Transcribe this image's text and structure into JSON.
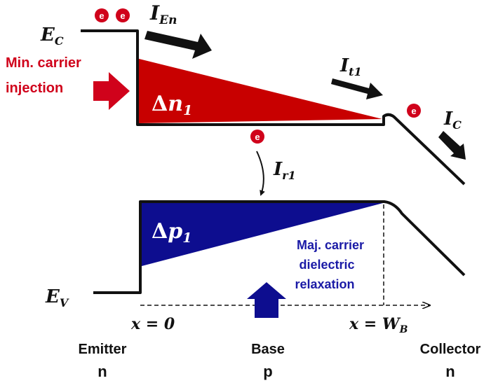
{
  "labels": {
    "ec_main": "E",
    "ec_sub": "C",
    "ev_main": "E",
    "ev_sub": "V",
    "ien_main": "I",
    "ien_sub": "En",
    "it1_main": "I",
    "it1_sub": "t1",
    "ic_main": "I",
    "ic_sub": "C",
    "ir1_main": "I",
    "ir1_sub": "r1",
    "dn1_delta": "Δ",
    "dn1_main": "n",
    "dn1_sub": "1",
    "dp1_delta": "Δ",
    "dp1_main": "p",
    "dp1_sub": "1",
    "x0": "x = 0",
    "xwb_main": "x = W",
    "xwb_sub": "B",
    "electron": "e"
  },
  "injection": {
    "line1": "Min. carrier",
    "line2": "injection"
  },
  "relaxation": {
    "line1": "Maj. carrier",
    "line2": "dielectric",
    "line3": "relaxation"
  },
  "regions": [
    {
      "name": "Emitter",
      "type": "n"
    },
    {
      "name": "Base",
      "type": "p"
    },
    {
      "name": "Collector",
      "type": "n"
    }
  ],
  "colors": {
    "electron_red": "#d0021b",
    "hole_blue": "#0d0d8f",
    "relax_text": "#1a1aa6",
    "line": "#111111"
  }
}
